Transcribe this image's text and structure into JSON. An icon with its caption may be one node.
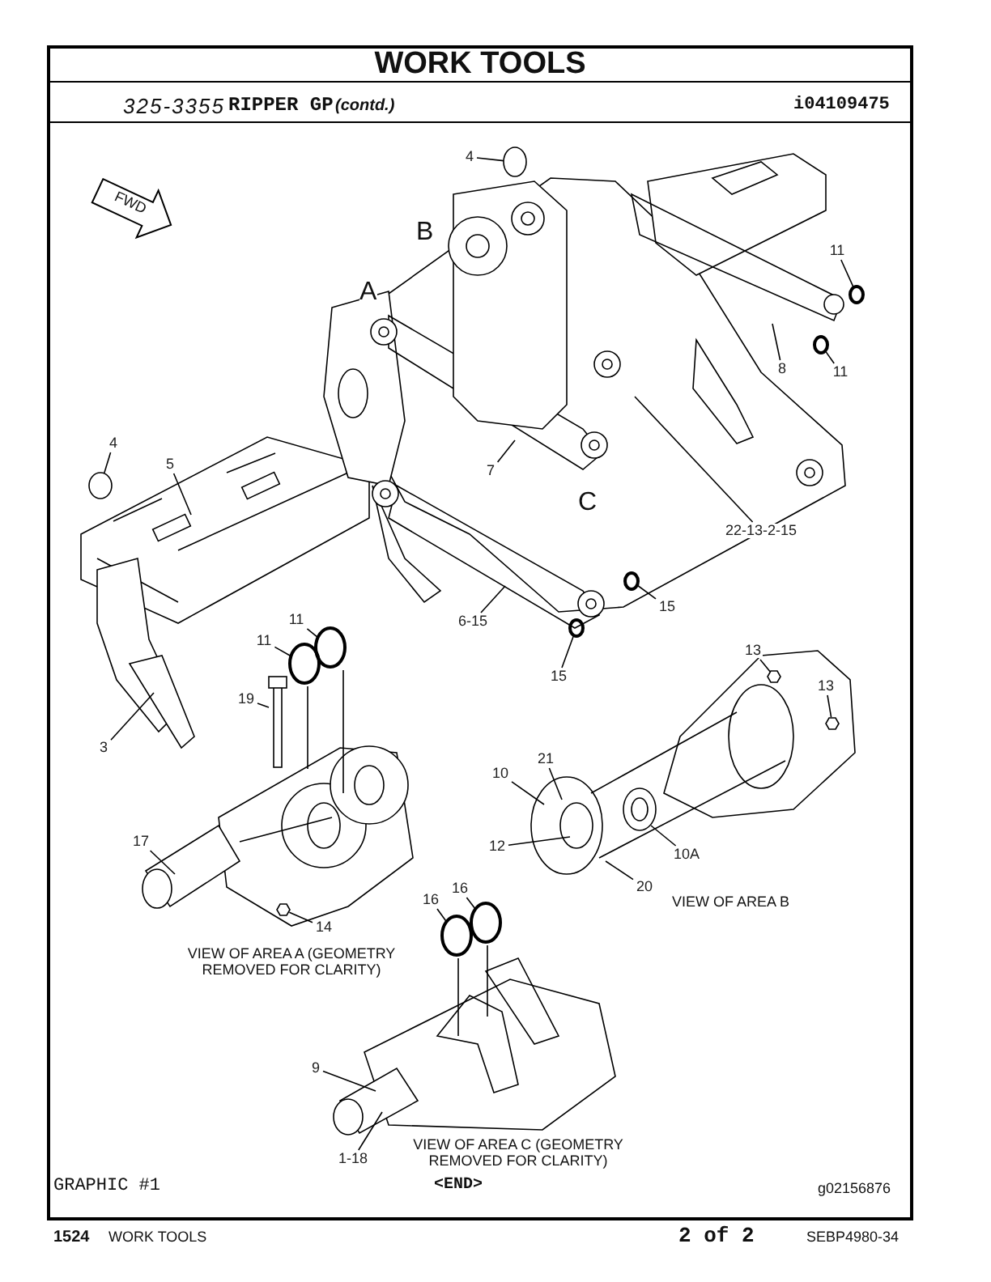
{
  "diagram": {
    "title": "WORK TOOLS",
    "nodes": [
      {
        "text": [
          "4"
        ]
      },
      {
        "text": [
          "11"
        ]
      },
      {
        "text": [
          "11"
        ]
      },
      {
        "text": [
          "8"
        ]
      },
      {
        "text": [
          "4"
        ]
      },
      {
        "text": [
          "5"
        ]
      },
      {
        "text": [
          "7"
        ]
      },
      {
        "text": [
          "22-13-2-15"
        ]
      },
      {
        "text": [
          "15"
        ]
      },
      {
        "text": [
          "6-15"
        ]
      },
      {
        "text": [
          "15"
        ]
      },
      {
        "text": [
          "3"
        ]
      },
      {
        "text": [
          "11"
        ]
      },
      {
        "text": [
          "11"
        ]
      },
      {
        "text": [
          "19"
        ]
      },
      {
        "text": [
          "17"
        ]
      },
      {
        "text": [
          "14"
        ]
      },
      {
        "text": [
          "13"
        ]
      },
      {
        "text": [
          "13"
        ]
      },
      {
        "text": [
          "21"
        ]
      },
      {
        "text": [
          "10"
        ]
      },
      {
        "text": [
          "12"
        ]
      },
      {
        "text": [
          "10A"
        ]
      },
      {
        "text": [
          "20"
        ]
      },
      {
        "text": [
          "16"
        ]
      },
      {
        "text": [
          "16"
        ]
      },
      {
        "text": [
          "9"
        ]
      },
      {
        "text": [
          "1-18"
        ]
      },
      {
        "text": [],
        "shape": "ellipse"
      },
      {
        "text": [],
        "shape": "ring"
      },
      {
        "text": [],
        "shape": "ring"
      },
      {
        "text": [],
        "shape": "ellipse"
      },
      {
        "text": [],
        "shape": "ring"
      },
      {
        "text": [],
        "shape": "ring"
      },
      {
        "text": [],
        "shape": "ring"
      },
      {
        "text": [],
        "shape": "ring"
      },
      {
        "text": [],
        "shape": "nut"
      },
      {
        "text": [],
        "shape": "nut"
      },
      {
        "text": [],
        "shape": "nut"
      },
      {
        "text": [],
        "shape": "ring"
      },
      {
        "text": [],
        "shape": "ring"
      }
    ],
    "edges": [
      {
        "from": 0,
        "to": 28,
        "arrow": "none"
      },
      {
        "from": 1,
        "to": 29,
        "arrow": "none"
      },
      {
        "from": 2,
        "to": 30,
        "arrow": "none"
      },
      {
        "from": 3,
        "to": null,
        "arrow": "none"
      },
      {
        "from": 4,
        "to": 31,
        "arrow": "none"
      },
      {
        "from": 5,
        "to": null,
        "arrow": "none"
      },
      {
        "from": 6,
        "to": null,
        "arrow": "none"
      },
      {
        "from": 7,
        "to": null,
        "arrow": "none"
      },
      {
        "from": 8,
        "to": 32,
        "arrow": "none"
      },
      {
        "from": 9,
        "to": null,
        "arrow": "none"
      },
      {
        "from": 10,
        "to": 33,
        "arrow": "none"
      },
      {
        "from": 11,
        "to": null,
        "arrow": "none"
      },
      {
        "from": 12,
        "to": 34,
        "arrow": "none"
      },
      {
        "from": 13,
        "to": 35,
        "arrow": "none"
      },
      {
        "from": 14,
        "to": null,
        "arrow": "none"
      },
      {
        "from": 15,
        "to": null,
        "arrow": "none"
      },
      {
        "from": 16,
        "to": 36,
        "arrow": "none"
      },
      {
        "from": 17,
        "to": 37,
        "arrow": "none"
      },
      {
        "from": 18,
        "to": 38,
        "arrow": "none"
      },
      {
        "from": 19,
        "to": null,
        "arrow": "none"
      },
      {
        "from": 20,
        "to": null,
        "arrow": "none"
      },
      {
        "from": 21,
        "to": null,
        "arrow": "none"
      },
      {
        "from": 22,
        "to": null,
        "arrow": "none"
      },
      {
        "from": 23,
        "to": null,
        "arrow": "none"
      },
      {
        "from": 24,
        "to": 39,
        "arrow": "none"
      },
      {
        "from": 25,
        "to": 40,
        "arrow": "none"
      },
      {
        "from": 26,
        "to": null,
        "arrow": "none"
      },
      {
        "from": 27,
        "to": null,
        "arrow": "none"
      }
    ],
    "labels": [
      "325-3355",
      "RIPPER GP",
      "(contd.)",
      "i04109475",
      "FWD",
      "B",
      "A",
      "C",
      "VIEW OF AREA A (GEOMETRY REMOVED FOR CLARITY)",
      "VIEW OF AREA B",
      "VIEW OF AREA C (GEOMETRY REMOVED FOR CLARITY)",
      "GRAPHIC #1",
      "<END>",
      "g02156876",
      "1524",
      "WORK TOOLS",
      "2 of 2",
      "SEBP4980-34"
    ]
  }
}
